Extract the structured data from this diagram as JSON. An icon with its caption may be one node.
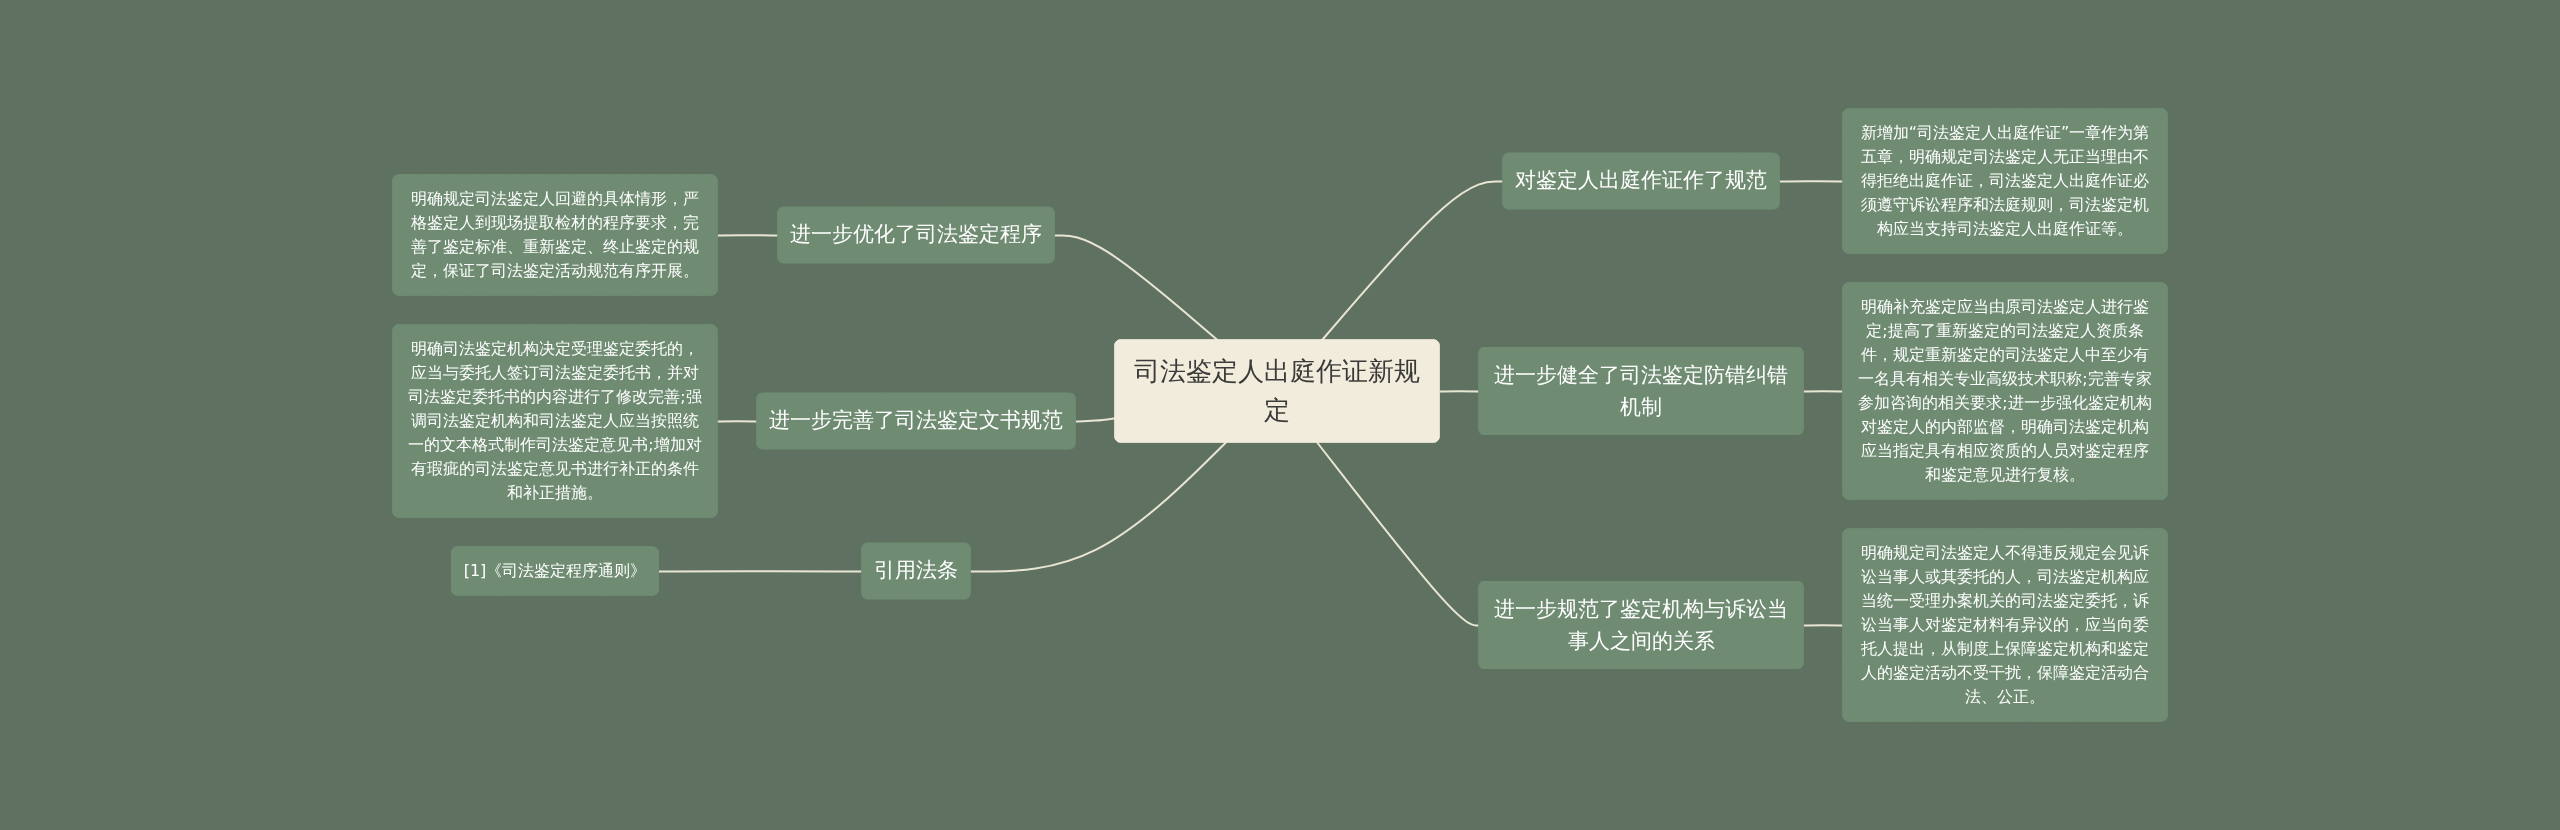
{
  "diagram": {
    "nodes": [
      {
        "text": [
          "司法鉴定人出庭作证新规定"
        ]
      },
      {
        "text": [
          "进一步优化了司法鉴定程序"
        ]
      },
      {
        "text": [
          "明确规定司法鉴定人回避的具体情形，严格鉴定人到现场提取检材的程序要求，完善了鉴定标准、重新鉴定、终止鉴定的规定，保证了司法鉴定活动规范有序开展。"
        ]
      },
      {
        "text": [
          "进一步完善了司法鉴定文书规范"
        ]
      },
      {
        "text": [
          "明确司法鉴定机构决定受理鉴定委托的，应当与委托人签订司法鉴定委托书，并对司法鉴定委托书的内容进行了修改完善;强调司法鉴定机构和司法鉴定人应当按照统一的文本格式制作司法鉴定意见书;增加对有瑕疵的司法鉴定意见书进行补正的条件和补正措施。"
        ]
      },
      {
        "text": [
          "引用法条"
        ]
      },
      {
        "text": [
          "[1]《司法鉴定程序通则》"
        ]
      },
      {
        "text": [
          "对鉴定人出庭作证作了规范"
        ]
      },
      {
        "text": [
          "新增加“司法鉴定人出庭作证”一章作为第五章，明确规定司法鉴定人无正当理由不得拒绝出庭作证，司法鉴定人出庭作证必须遵守诉讼程序和法庭规则，司法鉴定机构应当支持司法鉴定人出庭作证等。"
        ]
      },
      {
        "text": [
          "进一步健全了司法鉴定防错纠错机制"
        ]
      },
      {
        "text": [
          "明确补充鉴定应当由原司法鉴定人进行鉴定;提高了重新鉴定的司法鉴定人资质条件，规定重新鉴定的司法鉴定人中至少有一名具有相关专业高级技术职称;完善专家参加咨询的相关要求;进一步强化鉴定机构对鉴定人的内部监督，明确司法鉴定机构应当指定具有相应资质的人员对鉴定程序和鉴定意见进行复核。"
        ]
      },
      {
        "text": [
          "进一步规范了鉴定机构与诉讼当事人之间的关系"
        ]
      },
      {
        "text": [
          "明确规定司法鉴定人不得违反规定会见诉讼当事人或其委托的人，司法鉴定机构应当统一受理办案机关的司法鉴定委托，诉讼当事人对鉴定材料有异议的，应当向委托人提出，从制度上保障鉴定机构和鉴定人的鉴定活动不受干扰，保障鉴定活动合法、公正。"
        ]
      }
    ],
    "edges": [
      {
        "from": 2,
        "to": 1,
        "arrow": "none"
      },
      {
        "from": 1,
        "to": 0,
        "arrow": "none"
      },
      {
        "from": 4,
        "to": 3,
        "arrow": "none"
      },
      {
        "from": 3,
        "to": 0,
        "arrow": "none"
      },
      {
        "from": 6,
        "to": 5,
        "arrow": "none"
      },
      {
        "from": 5,
        "to": 0,
        "arrow": "none"
      },
      {
        "from": 0,
        "to": 7,
        "arrow": "none"
      },
      {
        "from": 7,
        "to": 8,
        "arrow": "none"
      },
      {
        "from": 0,
        "to": 9,
        "arrow": "none"
      },
      {
        "from": 9,
        "to": 10,
        "arrow": "none"
      },
      {
        "from": 0,
        "to": 11,
        "arrow": "none"
      },
      {
        "from": 11,
        "to": 12,
        "arrow": "none"
      }
    ]
  }
}
